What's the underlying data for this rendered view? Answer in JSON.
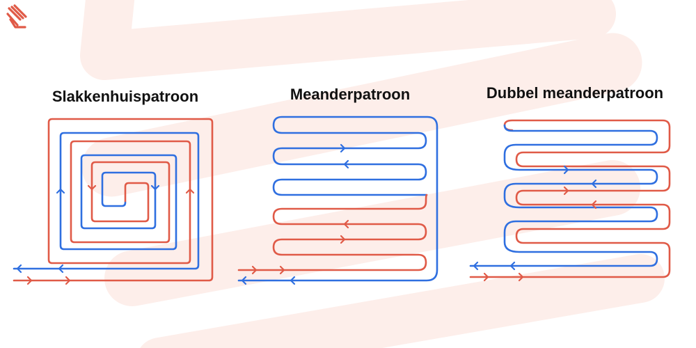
{
  "colors": {
    "supply": "#e05a47",
    "return": "#2f6fe0",
    "watermark": "#fdeeea",
    "title": "#111111"
  },
  "brand": {
    "logo_icon": "heating-coil-logo-icon"
  },
  "panels": [
    {
      "title": "Slakkenhuispatroon"
    },
    {
      "title": "Meanderpatroon"
    },
    {
      "title": "Dubbel meanderpatroon"
    }
  ]
}
